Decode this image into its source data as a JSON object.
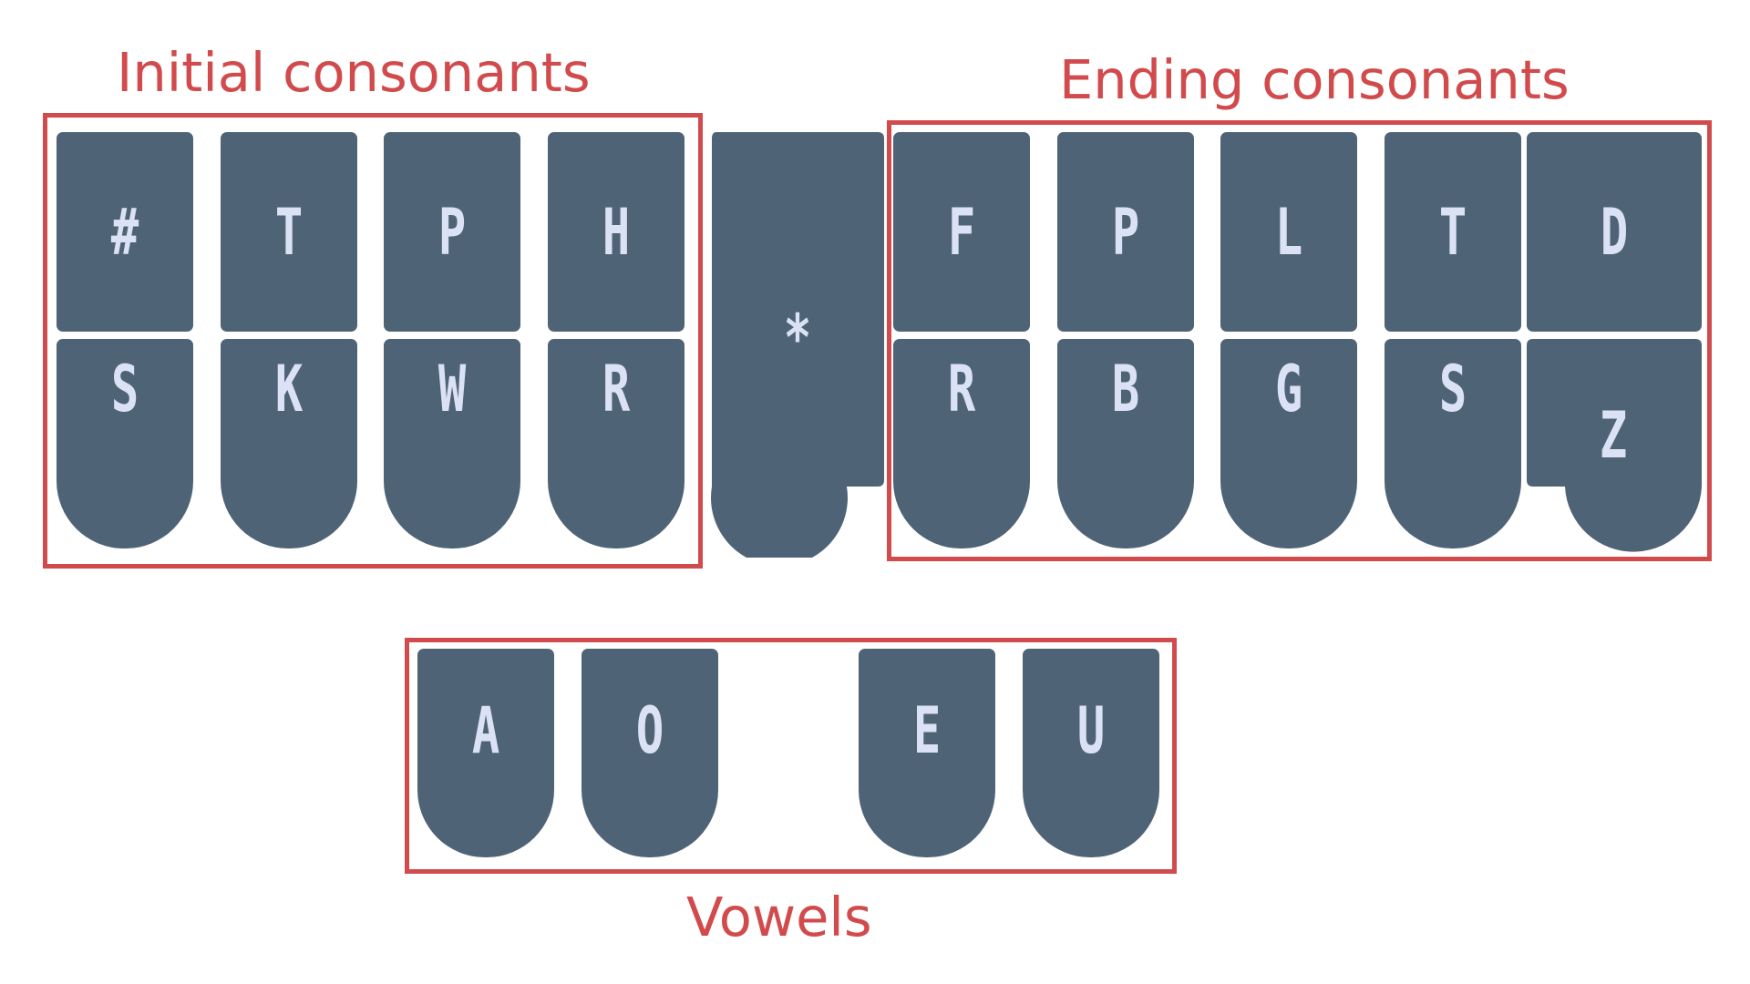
{
  "labels": {
    "initial": "Initial consonants",
    "ending": "Ending consonants",
    "vowels": "Vowels"
  },
  "keys": {
    "initial_top": [
      "#",
      "T",
      "P",
      "H"
    ],
    "initial_bottom": [
      "S",
      "K",
      "W",
      "R"
    ],
    "star": "*",
    "ending_top": [
      "F",
      "P",
      "L",
      "T",
      "D"
    ],
    "ending_bottom": [
      "R",
      "B",
      "G",
      "S",
      "Z"
    ],
    "vowels": [
      "A",
      "O",
      "E",
      "U"
    ]
  },
  "colors": {
    "key_fill": "#4f6377",
    "key_text": "#dce2f5",
    "accent": "#d14a4c",
    "background": "#ffffff"
  }
}
